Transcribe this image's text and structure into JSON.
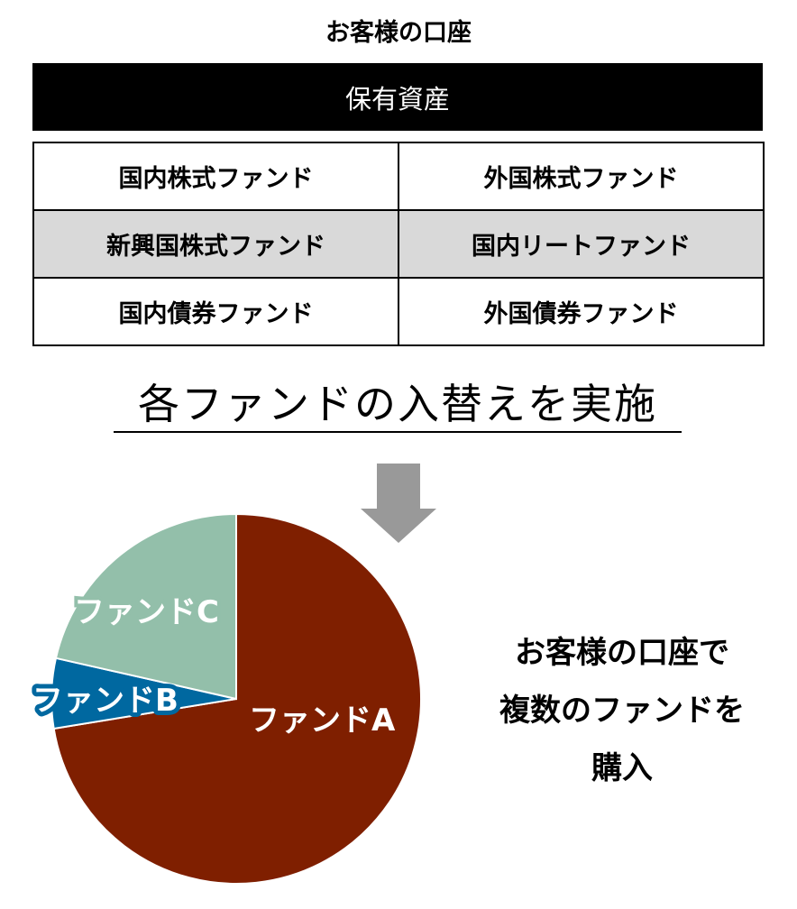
{
  "title": "お客様の口座",
  "holdings": {
    "header": "保有資産",
    "rows": [
      {
        "left": "国内株式ファンド",
        "right": "外国株式ファンド",
        "shaded": false
      },
      {
        "left": "新興国株式ファンド",
        "right": "国内リートファンド",
        "shaded": true
      },
      {
        "left": "国内債券ファンド",
        "right": "外国債券ファンド",
        "shaded": false
      }
    ]
  },
  "action": {
    "label": "各ファンドの入替えを実施",
    "arrow_icon": "down-arrow-icon",
    "arrow_color": "#999999"
  },
  "result": {
    "line1": "お客様の口座で",
    "line2": "複数のファンドを",
    "line3": "購入"
  },
  "chart_data": {
    "type": "pie",
    "title": "",
    "start_angle": "12 o'clock, clockwise",
    "categories": [
      "ファンドA",
      "ファンドB",
      "ファンドC"
    ],
    "values": [
      72.4,
      6.1,
      21.5
    ],
    "colors": [
      "#7f1f00",
      "#0068a0",
      "#93bfaa"
    ],
    "labels": [
      {
        "text": "ファンドA",
        "slice": "ファンドA"
      },
      {
        "text": "ファンドB",
        "slice": "ファンドB"
      },
      {
        "text": "ファンドC",
        "slice": "ファンドC"
      }
    ],
    "legend": "none (labels on slices)"
  }
}
